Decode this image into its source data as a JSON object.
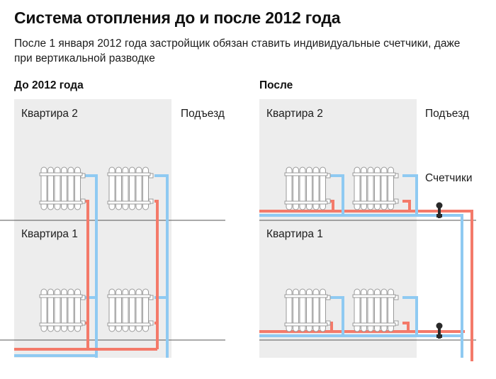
{
  "header": {
    "title": "Система отопления до и после 2012 года",
    "subtitle": "После 1 января 2012 года застройщик обязан ставить индивидуальные счетчики, даже при вертикальной разводке"
  },
  "before": {
    "heading": "До 2012 года",
    "apartment_top": "Квартира 2",
    "apartment_bottom": "Квартира 1",
    "entrance": "Подъезд"
  },
  "after": {
    "heading": "После",
    "apartment_top": "Квартира 2",
    "apartment_bottom": "Квартира 1",
    "entrance": "Подъезд",
    "meters": "Счетчики"
  },
  "colors": {
    "hot_pipe": "#f47a6a",
    "cold_pipe": "#8fcaf2",
    "apartment_fill": "#ededed",
    "floor_line": "#555555",
    "radiator": "#ffffff",
    "meter": "#2a2a2a"
  }
}
